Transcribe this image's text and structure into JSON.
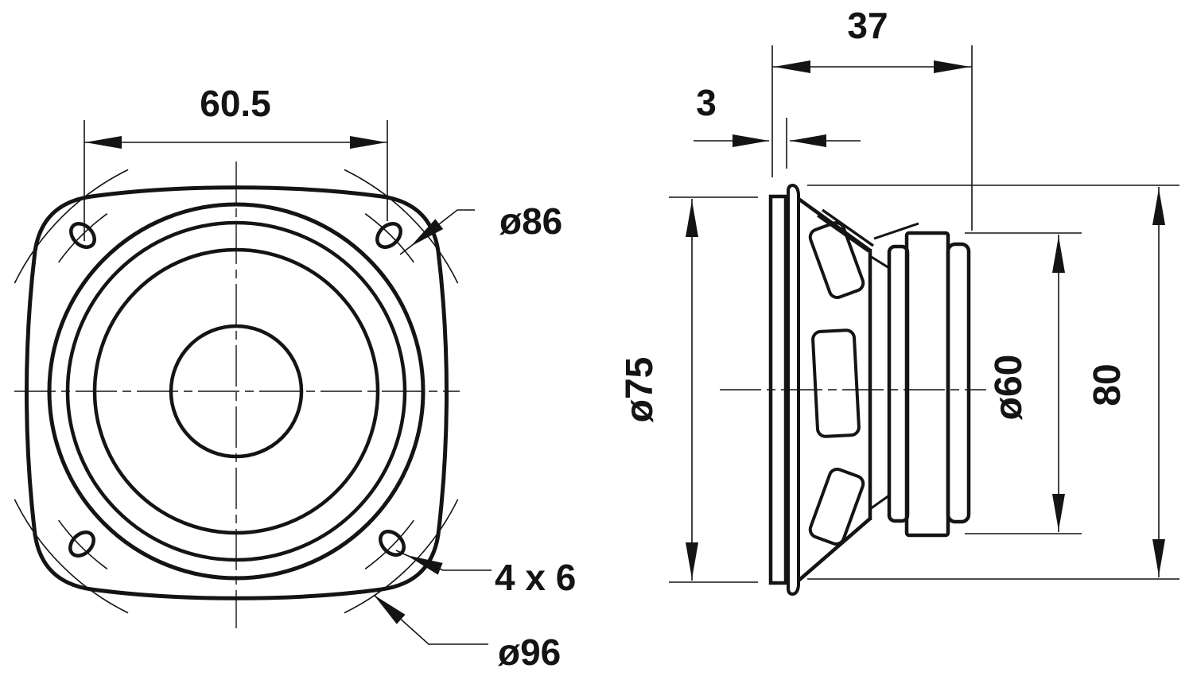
{
  "drawing": {
    "type": "engineering-dimension-drawing",
    "part": "loudspeaker",
    "views": {
      "front": "front-view",
      "side": "side-profile-view"
    },
    "ink_color": "#141414",
    "background_color": "#ffffff"
  },
  "dimensions": {
    "hole_spacing": "60.5",
    "bolt_circle_diameter": "ø86",
    "mounting_holes": "4 x 6",
    "corner_diameter": "ø96",
    "total_depth": "37",
    "flange_thickness": "3",
    "front_diameter": "ø75",
    "magnet_diameter": "ø60",
    "overall_size": "80"
  }
}
